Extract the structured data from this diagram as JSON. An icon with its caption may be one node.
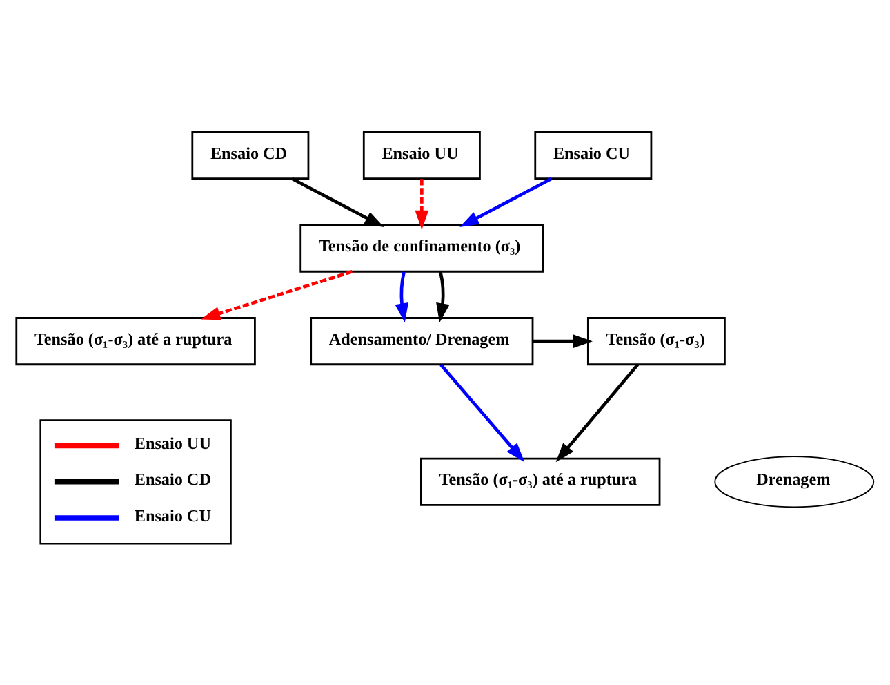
{
  "diagram": {
    "nodes": [
      {
        "text": [
          "Ensaio CD"
        ]
      },
      {
        "text": [
          "Ensaio UU"
        ]
      },
      {
        "text": [
          "Ensaio CU"
        ]
      },
      {
        "text": [
          "Tensão de confinamento (σ₃)"
        ]
      },
      {
        "text": [
          "Tensão (σ₁-σ₃) até a ruptura"
        ]
      },
      {
        "text": [
          "Adensamento/ Drenagem"
        ]
      },
      {
        "text": [
          "Tensão (σ₁-σ₃)"
        ]
      },
      {
        "text": [
          "Drenagem"
        ]
      },
      {
        "text": [
          "Tensão (σ₁-σ₃) até a ruptura"
        ]
      }
    ],
    "edges": [
      {
        "from": 0,
        "to": 3,
        "arrow": "to"
      },
      {
        "from": 1,
        "to": 3,
        "arrow": "to",
        "style": "dashed",
        "color": "#ff0000"
      },
      {
        "from": 2,
        "to": 3,
        "arrow": "to",
        "color": "#0000ff"
      },
      {
        "from": 3,
        "to": 4,
        "arrow": "to",
        "style": "dashed",
        "color": "#ff0000"
      },
      {
        "from": 3,
        "to": 5,
        "arrow": "to",
        "color": "#0000ff"
      },
      {
        "from": 3,
        "to": 5,
        "arrow": "to"
      },
      {
        "from": 5,
        "to": 6,
        "arrow": "to"
      },
      {
        "from": 5,
        "to": 8,
        "arrow": "to",
        "color": "#0000ff"
      },
      {
        "from": 6,
        "to": 8,
        "arrow": "to"
      }
    ],
    "legend": [
      {
        "text": "Ensaio UU"
      },
      {
        "text": "Ensaio CD"
      },
      {
        "text": "Ensaio CU"
      }
    ]
  }
}
